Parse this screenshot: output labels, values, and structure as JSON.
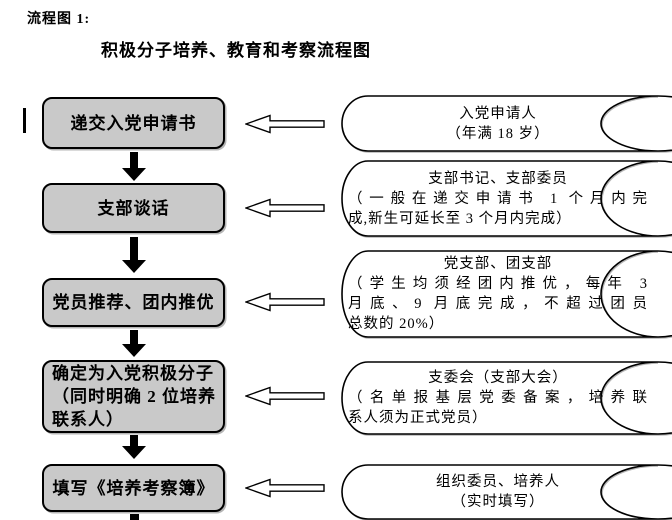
{
  "page": {
    "label": "流程图 1:",
    "title": "积极分子培养、教育和考察流程图"
  },
  "colors": {
    "box_fill": "#c9c9c9",
    "outline": "#000000",
    "note_fill": "#ffffff",
    "background": "#ffffff"
  },
  "icons": {
    "down_arrow": "solid-black-down-arrow",
    "left_arrow": "hollow-left-block-arrow",
    "note_shape": "stored-data-cylinder-callout"
  },
  "steps": [
    {
      "box": [
        "递交入党申请书"
      ],
      "note_heading": "入党申请人",
      "note_body": [
        "（年满 18 岁）"
      ]
    },
    {
      "box": [
        "支部谈话"
      ],
      "note_heading": "支部书记、支部委员",
      "note_body": [
        "（一般在递交申请书 1 个月内完",
        "成,新生可延长至 3 个月内完成）"
      ]
    },
    {
      "box": [
        "党员推荐、团内推优"
      ],
      "note_heading": "党支部、团支部",
      "note_body": [
        "（学生均须经团内推优，每年 3",
        "月底、9 月底完成，不超过团员",
        "总数的 20%）"
      ]
    },
    {
      "box": [
        "确定为入党积极分子",
        "（同时明确 2 位培养",
        "联系人）"
      ],
      "note_heading": "支委会（支部大会）",
      "note_body": [
        "（名单报基层党委备案，培养联",
        "系人须为正式党员）"
      ]
    },
    {
      "box": [
        "填写《培养考察簿》"
      ],
      "note_heading": "组织委员、培养人",
      "note_body": [
        "（实时填写）"
      ]
    }
  ]
}
